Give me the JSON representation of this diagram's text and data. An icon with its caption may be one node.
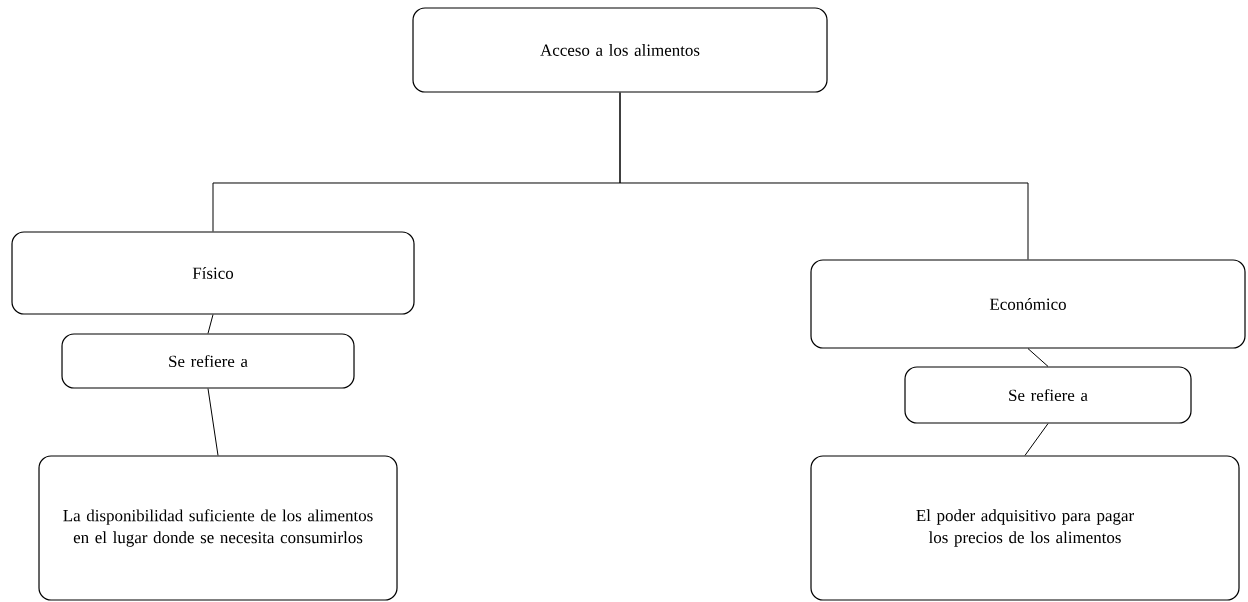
{
  "diagram": {
    "nodes": [
      {
        "text": [
          "Acceso a los alimentos"
        ]
      },
      {
        "text": [
          "Físico"
        ]
      },
      {
        "text": [
          "Económico"
        ]
      },
      {
        "text": [
          "Se refiere a"
        ]
      },
      {
        "text": [
          "Se refiere a"
        ]
      },
      {
        "text": [
          "La disponibilidad suficiente de los alimentos en el lugar donde se necesita consumirlos"
        ]
      },
      {
        "text": [
          "El poder adquisitivo para pagar los precios de los alimentos"
        ]
      }
    ],
    "edges": [
      {
        "from": 0,
        "to": 1,
        "arrow": "none"
      },
      {
        "from": 0,
        "to": 2,
        "arrow": "none"
      },
      {
        "from": 1,
        "to": 3,
        "arrow": "none"
      },
      {
        "from": 3,
        "to": 5,
        "arrow": "none"
      },
      {
        "from": 2,
        "to": 4,
        "arrow": "none"
      },
      {
        "from": 4,
        "to": 6,
        "arrow": "none"
      }
    ]
  }
}
